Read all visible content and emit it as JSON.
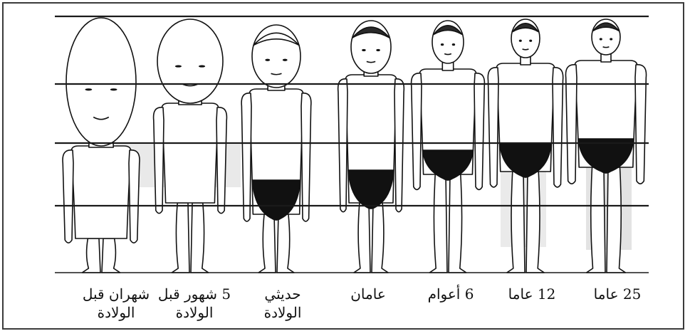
{
  "figure": {
    "ink_color": "#111111",
    "line_color": "#1a1a1a",
    "shade_color": "#dcdcdc",
    "stages": [
      {
        "id": "two-months-before-birth",
        "label_lines": [
          "شهران قبل",
          "الولادة"
        ]
      },
      {
        "id": "five-months-before-birth",
        "label_lines": [
          "5 شهور قبل",
          "الولادة"
        ]
      },
      {
        "id": "newborn",
        "label_lines": [
          "حديثي",
          "الولادة"
        ]
      },
      {
        "id": "two-years",
        "label_lines": [
          "عامان"
        ]
      },
      {
        "id": "six-years",
        "label_lines": [
          "6 أعوام"
        ]
      },
      {
        "id": "twelve-years",
        "label_lines": [
          "12 عاما"
        ]
      },
      {
        "id": "twenty-five-years",
        "label_lines": [
          "25 عاما"
        ]
      }
    ]
  }
}
